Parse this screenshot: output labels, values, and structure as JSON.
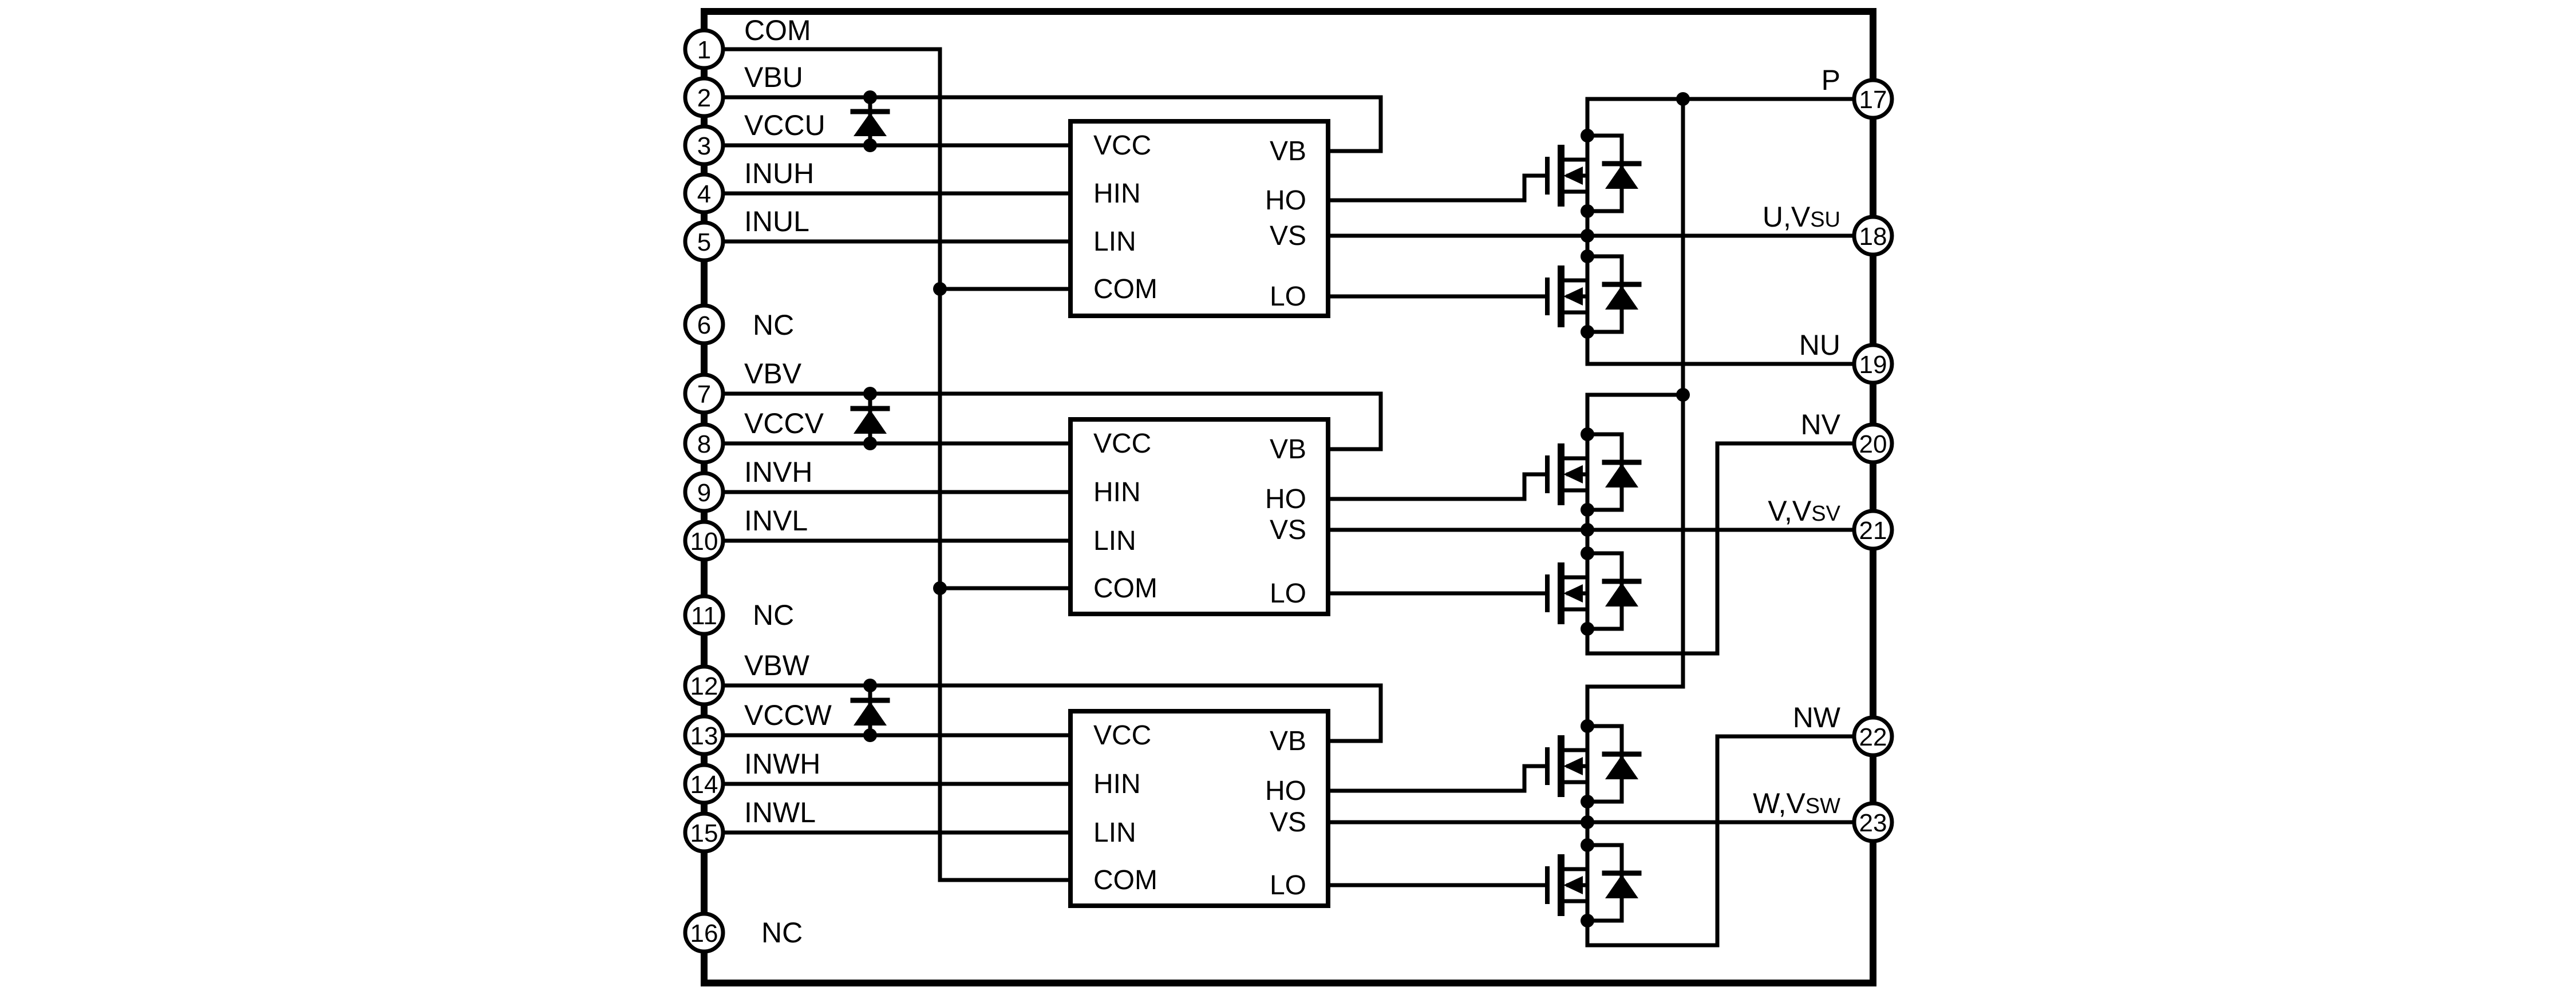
{
  "colors": {
    "ink": "#000000",
    "background": "#ffffff"
  },
  "left_pins": [
    {
      "number": "1",
      "label": "COM"
    },
    {
      "number": "2",
      "label": "VBU"
    },
    {
      "number": "3",
      "label": "VCCU"
    },
    {
      "number": "4",
      "label": "INUH"
    },
    {
      "number": "5",
      "label": "INUL"
    },
    {
      "number": "6",
      "label": "NC"
    },
    {
      "number": "7",
      "label": "VBV"
    },
    {
      "number": "8",
      "label": "VCCV"
    },
    {
      "number": "9",
      "label": "INVH"
    },
    {
      "number": "10",
      "label": "INVL"
    },
    {
      "number": "11",
      "label": "NC"
    },
    {
      "number": "12",
      "label": "VBW"
    },
    {
      "number": "13",
      "label": "VCCW"
    },
    {
      "number": "14",
      "label": "INWH"
    },
    {
      "number": "15",
      "label": "INWL"
    },
    {
      "number": "16",
      "label": "NC"
    }
  ],
  "right_pins": [
    {
      "number": "17",
      "label": "P",
      "label_sub": ""
    },
    {
      "number": "18",
      "label": "U,V",
      "label_sub": "SU"
    },
    {
      "number": "19",
      "label": "NU",
      "label_sub": ""
    },
    {
      "number": "20",
      "label": "NV",
      "label_sub": ""
    },
    {
      "number": "21",
      "label": "V,V",
      "label_sub": "SV"
    },
    {
      "number": "22",
      "label": "NW",
      "label_sub": ""
    },
    {
      "number": "23",
      "label": "W,V",
      "label_sub": "SW"
    }
  ],
  "driver_blocks": [
    {
      "inputs": [
        "VCC",
        "HIN",
        "LIN",
        "COM"
      ],
      "outputs": [
        "VB",
        "HO",
        "VS",
        "LO"
      ]
    },
    {
      "inputs": [
        "VCC",
        "HIN",
        "LIN",
        "COM"
      ],
      "outputs": [
        "VB",
        "HO",
        "VS",
        "LO"
      ]
    },
    {
      "inputs": [
        "VCC",
        "HIN",
        "LIN",
        "COM"
      ],
      "outputs": [
        "VB",
        "HO",
        "VS",
        "LO"
      ]
    }
  ]
}
